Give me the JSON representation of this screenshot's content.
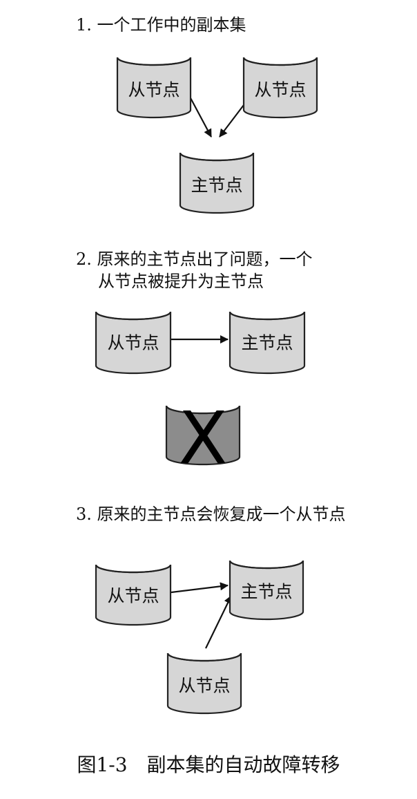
{
  "diagram": {
    "steps": [
      {
        "title": "1. 一个工作中的副本集",
        "title_line2": ""
      },
      {
        "title": "2. 原来的主节点出了问题，一个",
        "title_line2": "从节点被提升为主节点"
      },
      {
        "title": "3. 原来的主节点会恢复成一个从节点",
        "title_line2": ""
      }
    ],
    "nodes": {
      "s1_secondary_a": "从节点",
      "s1_secondary_b": "从节点",
      "s1_primary": "主节点",
      "s2_secondary": "从节点",
      "s2_primary": "主节点",
      "s2_failed_mark": "X",
      "s3_secondary_a": "从节点",
      "s3_primary": "主节点",
      "s3_secondary_b": "从节点"
    },
    "colors": {
      "node_fill": "#d6d6d6",
      "failed_fill": "#8c8c8c",
      "stroke": "#222222"
    },
    "caption": "图1-3　副本集的自动故障转移"
  }
}
